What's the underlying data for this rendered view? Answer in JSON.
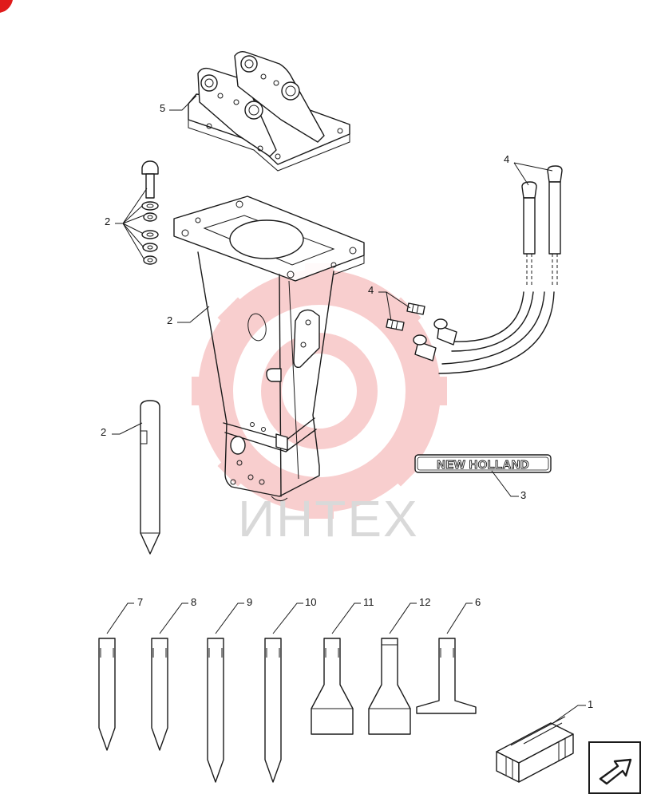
{
  "diagram": {
    "brand_badge_text": "NEW HOLLAND",
    "watermark_text": "ИНТЕХ",
    "callouts": {
      "c5": "5",
      "c2_hardware": "2",
      "c2_body": "2",
      "c2_tool": "2",
      "c4_hoses": "4",
      "c4_fittings": "4",
      "c3": "3",
      "c7": "7",
      "c8": "8",
      "c9": "9",
      "c10": "10",
      "c11": "11",
      "c12": "12",
      "c6": "6",
      "c1": "1"
    },
    "colors": {
      "line": "#1a1a1a",
      "watermark_red": "#f4a7a7",
      "watermark_grey": "#d9d9d9",
      "corner_red": "#e01b1b"
    },
    "icons": {
      "corner_mark": "red-corner-mark-icon",
      "next_page": "next-page-arrow-icon"
    }
  }
}
